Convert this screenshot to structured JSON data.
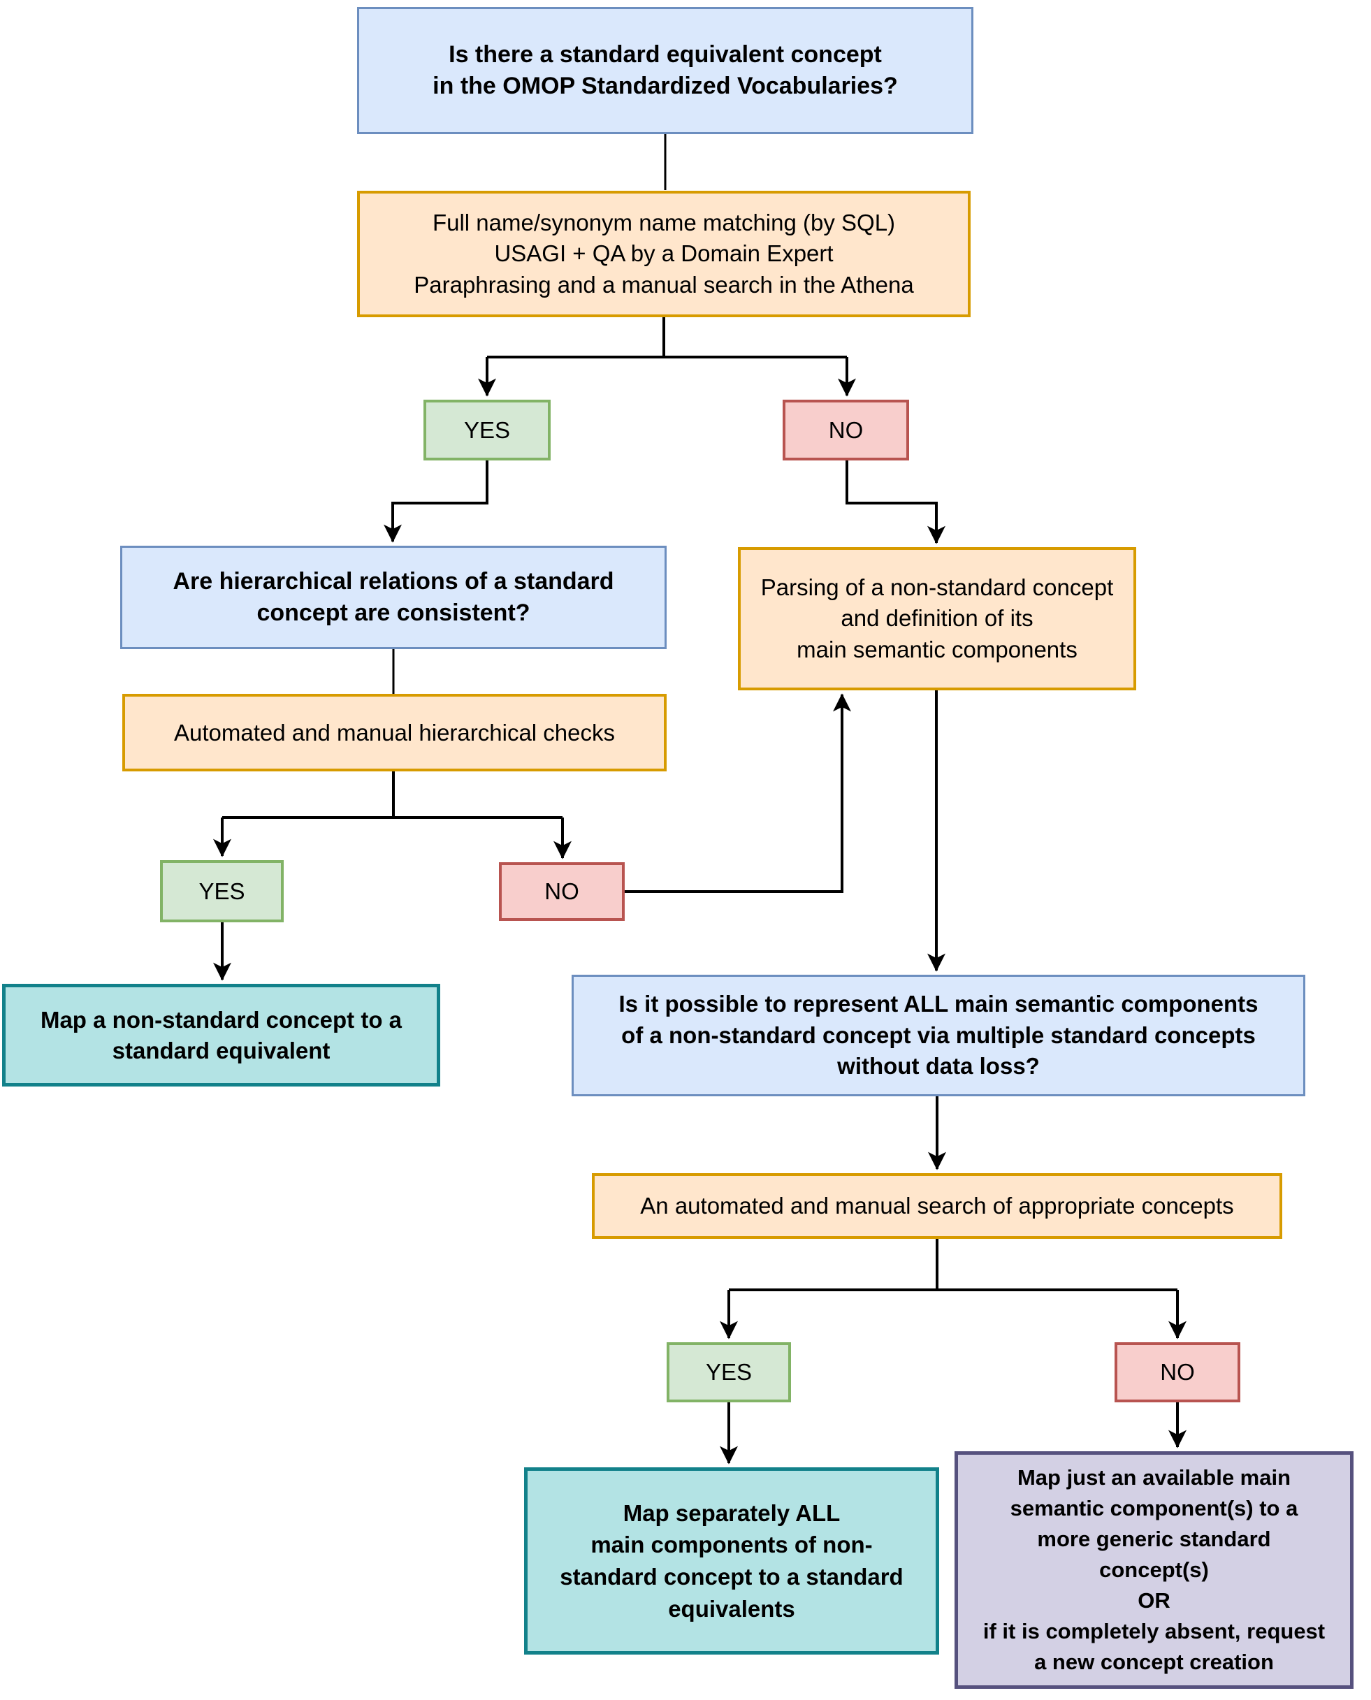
{
  "diagram_type": "flowchart",
  "palette": {
    "blue_fill": "#dae8fc",
    "blue_stroke": "#6c8ebf",
    "orange_fill": "#ffe6cc",
    "orange_stroke": "#d79b00",
    "green_fill": "#d5e8d4",
    "green_stroke": "#82b366",
    "red_fill": "#f8cecc",
    "red_stroke": "#b85450",
    "teal_fill": "#b3e3e4",
    "teal_stroke": "#12818a",
    "purple_fill": "#d3d0e4",
    "purple_stroke": "#56517e",
    "edge_color": "#000000"
  },
  "nodes": {
    "q1": {
      "text": "Is there a standard equivalent concept\nin the OMOP Standardized Vocabularies?"
    },
    "p1": {
      "text": "Full name/synonym name matching (by SQL)\nUSAGI + QA by a Domain Expert\nParaphrasing and a manual search in the Athena"
    },
    "yes1": {
      "text": "YES"
    },
    "no1": {
      "text": "NO"
    },
    "q2": {
      "text": "Are hierarchical relations of a standard\nconcept are consistent?"
    },
    "parsing": {
      "text": "Parsing of a non-standard concept\nand definition of its\nmain semantic components"
    },
    "p2": {
      "text": "Automated and manual hierarchical checks"
    },
    "yes2": {
      "text": "YES"
    },
    "no2": {
      "text": "NO"
    },
    "teal1": {
      "text": "Map a non-standard concept to a\nstandard equivalent"
    },
    "q3": {
      "text": "Is it possible to represent ALL main semantic components\nof a non-standard concept via multiple standard concepts\nwithout data loss?"
    },
    "p3": {
      "text": "An automated and manual search of appropriate concepts"
    },
    "yes3": {
      "text": "YES"
    },
    "no3": {
      "text": "NO"
    },
    "teal2": {
      "text": "Map separately ALL\nmain components of non-\nstandard concept to a standard\nequivalents"
    },
    "purple": {
      "text": "Map just an available main\nsemantic component(s) to a\nmore generic standard\nconcept(s)\nOR\nif it is completely absent, request\na new concept creation"
    }
  }
}
